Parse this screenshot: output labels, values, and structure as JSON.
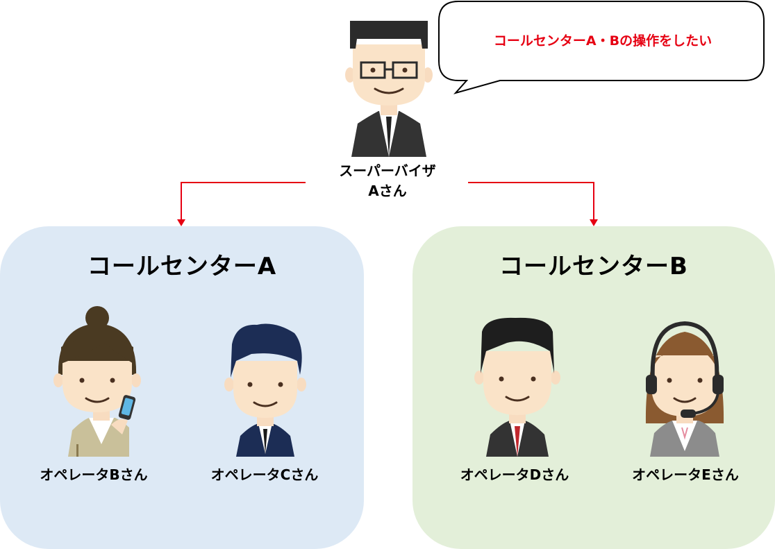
{
  "supervisor": {
    "line1": "スーパーバイザ",
    "line2": "Aさん",
    "speech": "コールセンターA・Bの操作をしたい"
  },
  "centers": [
    {
      "title": "コールセンターA",
      "operators": [
        "オペレータBさん",
        "オペレータCさん"
      ]
    },
    {
      "title": "コールセンターB",
      "operators": [
        "オペレータDさん",
        "オペレータEさん"
      ]
    }
  ],
  "colors": {
    "arrow": "#e60012",
    "speech_text": "#e60012",
    "center_a_bg": "#dde9f5",
    "center_b_bg": "#e3efd9"
  }
}
